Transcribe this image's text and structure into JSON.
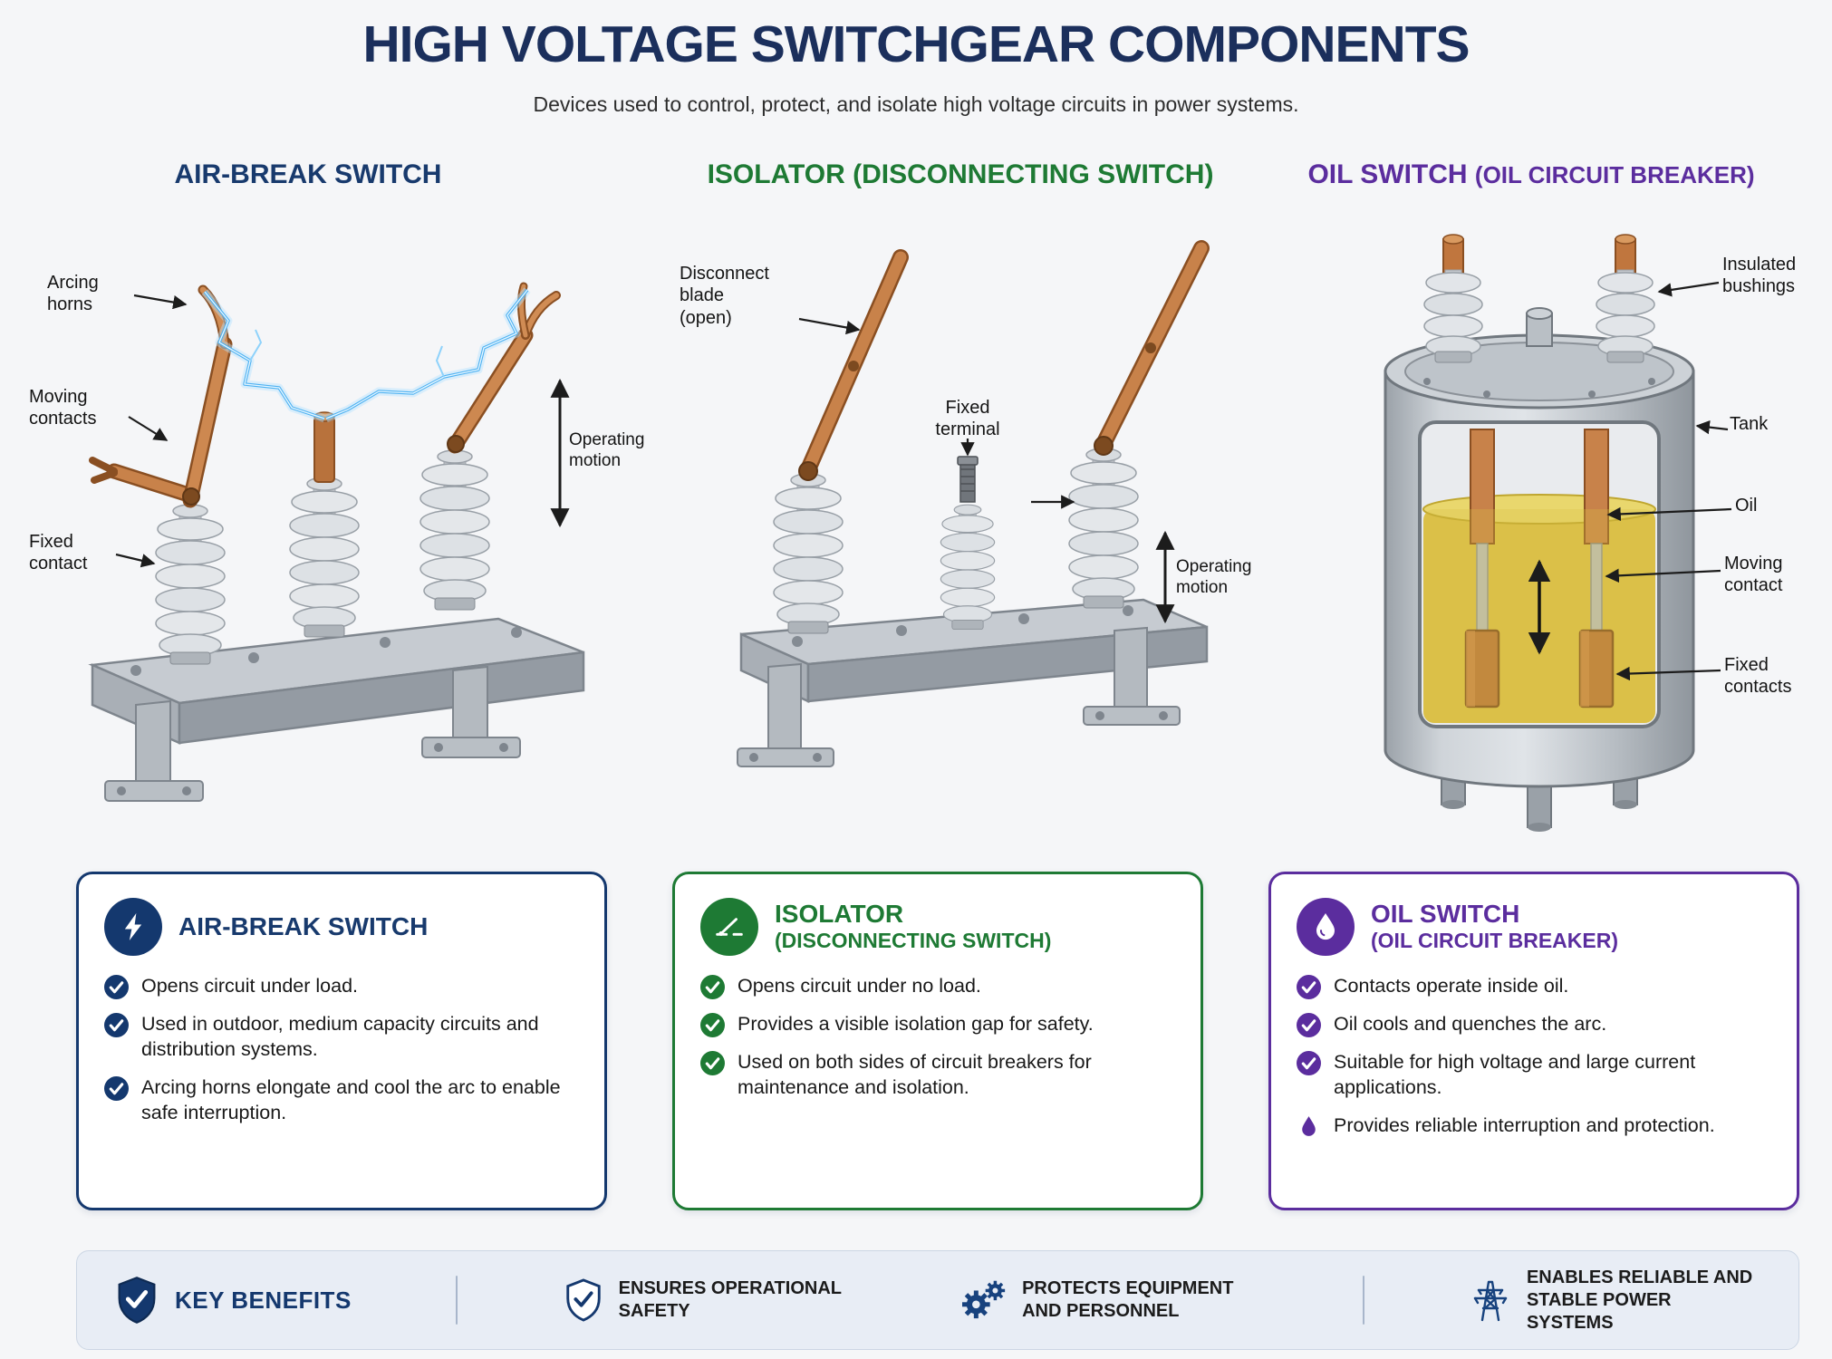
{
  "header": {
    "title": "HIGH VOLTAGE SWITCHGEAR COMPONENTS",
    "subtitle": "Devices used to control, protect, and isolate high voltage circuits in power systems."
  },
  "palette": {
    "navy": "#14386e",
    "green": "#1e7a34",
    "purple": "#5b2d9e",
    "copper": "#c8824a",
    "arc_blue": "#4db1f2",
    "oil_yellow": "#d9bf45",
    "metal_gray": "#b9bfc5"
  },
  "columns": [
    {
      "heading": "AIR-BREAK SWITCH",
      "heading_suffix": "",
      "labels": [
        "Arcing horns",
        "Moving contacts",
        "Fixed contact",
        "Operating motion"
      ]
    },
    {
      "heading": "ISOLATOR (DISCONNECTING SWITCH)",
      "heading_suffix": "",
      "labels": [
        "Disconnect blade (open)",
        "Fixed terminal",
        "Operating motion"
      ]
    },
    {
      "heading": "OIL SWITCH",
      "heading_suffix": "(OIL CIRCUIT BREAKER)",
      "labels": [
        "Insulated bushings",
        "Tank",
        "Oil",
        "Moving contact",
        "Fixed contacts"
      ]
    }
  ],
  "cards": [
    {
      "title": "AIR-BREAK SWITCH",
      "subtitle": "",
      "accent": "#14386e",
      "bullets": [
        "Opens circuit under load.",
        "Used in outdoor, medium capacity circuits and distribution systems.",
        "Arcing horns elongate and cool the arc to enable safe interruption."
      ]
    },
    {
      "title": "ISOLATOR",
      "subtitle": "(DISCONNECTING SWITCH)",
      "accent": "#1e7a34",
      "bullets": [
        "Opens circuit under no load.",
        "Provides a visible isolation gap for safety.",
        "Used on both sides of circuit breakers for maintenance and isolation."
      ]
    },
    {
      "title": "OIL SWITCH",
      "subtitle": "(OIL CIRCUIT BREAKER)",
      "accent": "#5b2d9e",
      "bullets": [
        "Contacts operate inside oil.",
        "Oil cools and quenches the arc.",
        "Suitable for high voltage and large current applications.",
        "Provides reliable interruption and protection."
      ]
    }
  ],
  "footer": {
    "key_benefits": "KEY BENEFITS",
    "items": [
      "ENSURES OPERATIONAL SAFETY",
      "PROTECTS EQUIPMENT AND PERSONNEL",
      "ENABLES RELIABLE AND STABLE POWER SYSTEMS"
    ]
  }
}
